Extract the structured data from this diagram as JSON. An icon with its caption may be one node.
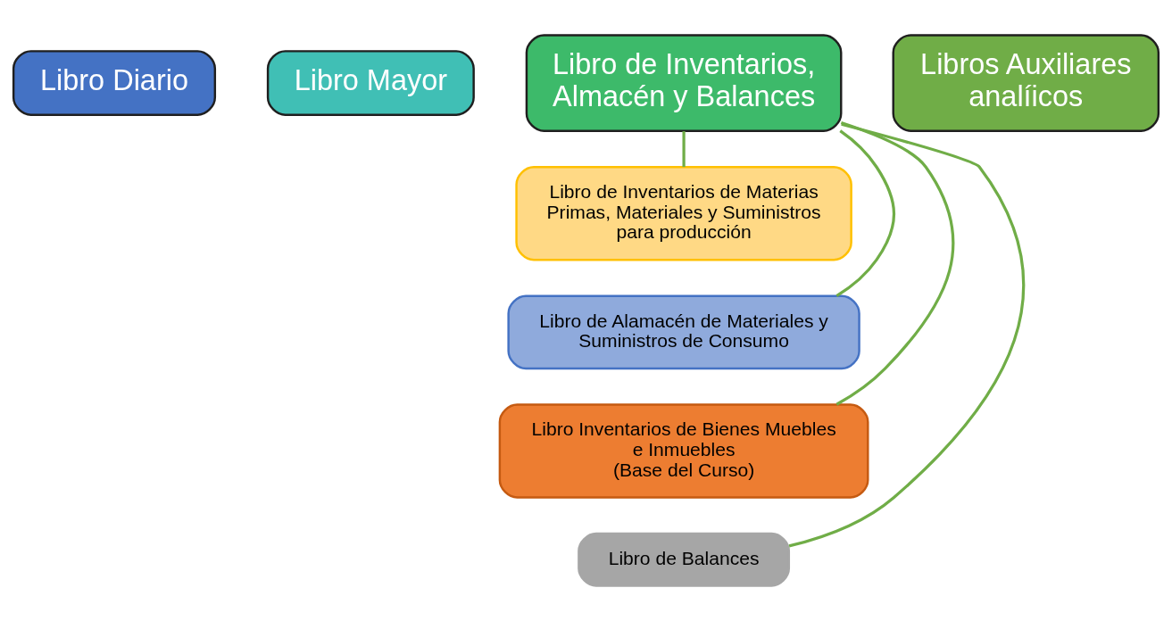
{
  "diagram": {
    "nodes": [
      {
        "text": [
          "Libro Diario"
        ]
      },
      {
        "text": [
          "Libro Mayor"
        ]
      },
      {
        "text": [
          "Libro de Inventarios, Almacén y Balances"
        ]
      },
      {
        "text": [
          "Libros Auxiliares analíicos"
        ]
      },
      {
        "text": [
          "Libro de Inventarios de Materias Primas, Materiales y Suministros para producción"
        ]
      },
      {
        "text": [
          "Libro de Alamacén de Materiales y Suministros de Consumo"
        ]
      },
      {
        "text": [
          "Libro Inventarios de Bienes Muebles e Inmuebles",
          "(Base del Curso)"
        ]
      },
      {
        "text": [
          "Libro de Balances"
        ]
      }
    ],
    "edges": [
      {
        "from": 2,
        "to": 4,
        "arrow": "none"
      },
      {
        "from": 2,
        "to": 5,
        "arrow": "none"
      },
      {
        "from": 2,
        "to": 6,
        "arrow": "none"
      },
      {
        "from": 2,
        "to": 7,
        "arrow": "none"
      }
    ]
  }
}
